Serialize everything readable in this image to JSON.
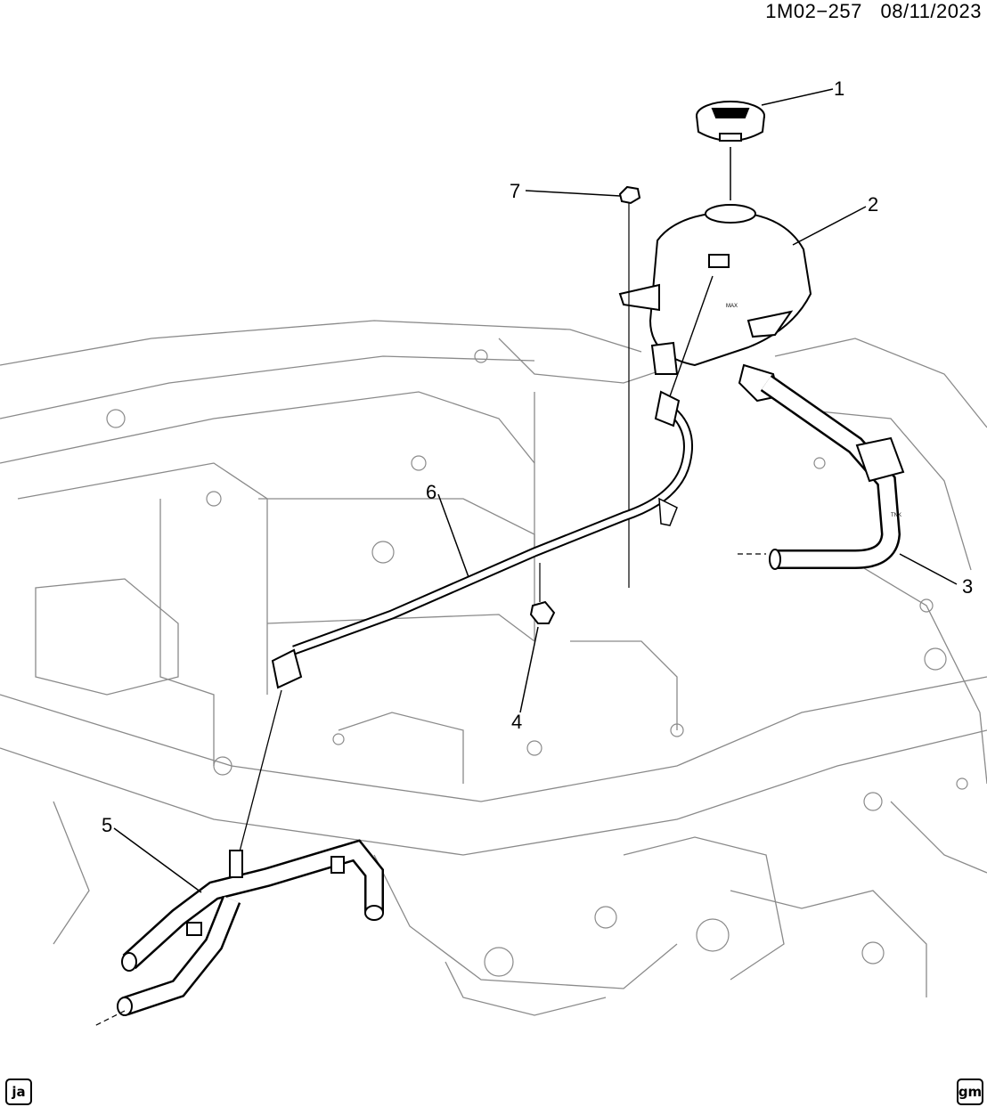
{
  "header": {
    "diagram_code": "1M02−257",
    "date": "08/11/2023"
  },
  "callouts": [
    {
      "number": "1",
      "part": "coolant-reservoir-cap"
    },
    {
      "number": "2",
      "part": "coolant-reservoir"
    },
    {
      "number": "3",
      "part": "reservoir-outlet-hose"
    },
    {
      "number": "4",
      "part": "hose-clip"
    },
    {
      "number": "5",
      "part": "heater-hose-assembly"
    },
    {
      "number": "6",
      "part": "reservoir-inlet-hose"
    },
    {
      "number": "7",
      "part": "reservoir-nut"
    }
  ],
  "markings": {
    "max": "MAX",
    "tnk": "TNK"
  },
  "footer": {
    "left_badge": "ja",
    "right_badge": "gm"
  }
}
